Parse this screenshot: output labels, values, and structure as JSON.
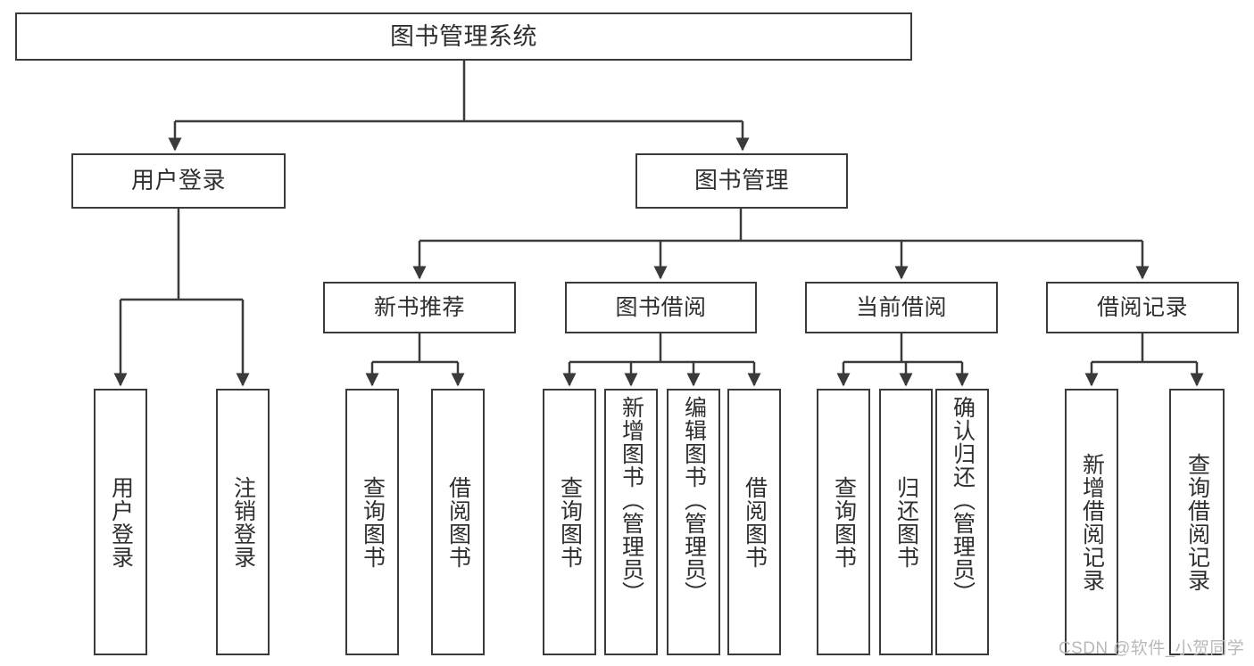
{
  "diagram": {
    "title": "图书管理系统",
    "type": "tree-hierarchy-chart",
    "watermark": "CSDN @软件_小贺同学",
    "colors": {
      "box_border": "#3a3a3a",
      "box_fill": "#ffffff",
      "text": "#2f2f2f",
      "edge": "#3a3a3a",
      "watermark": "#b9b9b9",
      "background": "#ffffff"
    },
    "root": {
      "label": "图书管理系统"
    },
    "level2": [
      {
        "label": "用户登录"
      },
      {
        "label": "图书管理"
      }
    ],
    "level3": [
      {
        "label": "新书推荐"
      },
      {
        "label": "图书借阅"
      },
      {
        "label": "当前借阅"
      },
      {
        "label": "借阅记录"
      }
    ],
    "leaves_user_login": [
      {
        "label": "用户登录"
      },
      {
        "label": "注销登录"
      }
    ],
    "leaves_new_books": [
      {
        "label": "查询图书"
      },
      {
        "label": "借阅图书"
      }
    ],
    "leaves_borrow": [
      {
        "label": "查询图书"
      },
      {
        "label": "新增图书（管理员）"
      },
      {
        "label": "编辑图书（管理员）"
      },
      {
        "label": "借阅图书"
      }
    ],
    "leaves_current": [
      {
        "label": "查询图书"
      },
      {
        "label": "归还图书"
      },
      {
        "label": "确认归还（管理员）"
      }
    ],
    "leaves_records": [
      {
        "label": "新增借阅记录"
      },
      {
        "label": "查询借阅记录"
      }
    ]
  }
}
